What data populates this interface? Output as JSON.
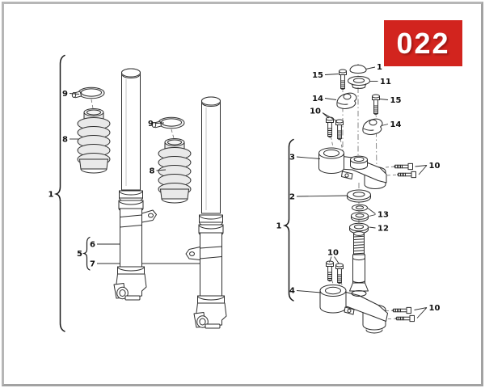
{
  "page": {
    "badge": "022"
  },
  "colors": {
    "badge_bg": "#d2241e",
    "badge_fg": "#ffffff",
    "line": "#2d2d2d",
    "frame": "#b6b6b6"
  },
  "diagram": {
    "kind": "exploded-parts-diagram-front-fork-and-triple-clamps",
    "labels": [
      {
        "text": "1"
      },
      {
        "text": "9"
      },
      {
        "text": "8"
      },
      {
        "text": "9"
      },
      {
        "text": "8"
      },
      {
        "text": "5"
      },
      {
        "text": "6"
      },
      {
        "text": "7"
      },
      {
        "text": "1"
      },
      {
        "text": "11"
      },
      {
        "text": "15"
      },
      {
        "text": "14"
      },
      {
        "text": "15"
      },
      {
        "text": "14"
      },
      {
        "text": "10"
      },
      {
        "text": "3"
      },
      {
        "text": "10"
      },
      {
        "text": "2"
      },
      {
        "text": "13"
      },
      {
        "text": "12"
      },
      {
        "text": "1"
      },
      {
        "text": "10"
      },
      {
        "text": "4"
      },
      {
        "text": "10"
      }
    ]
  }
}
